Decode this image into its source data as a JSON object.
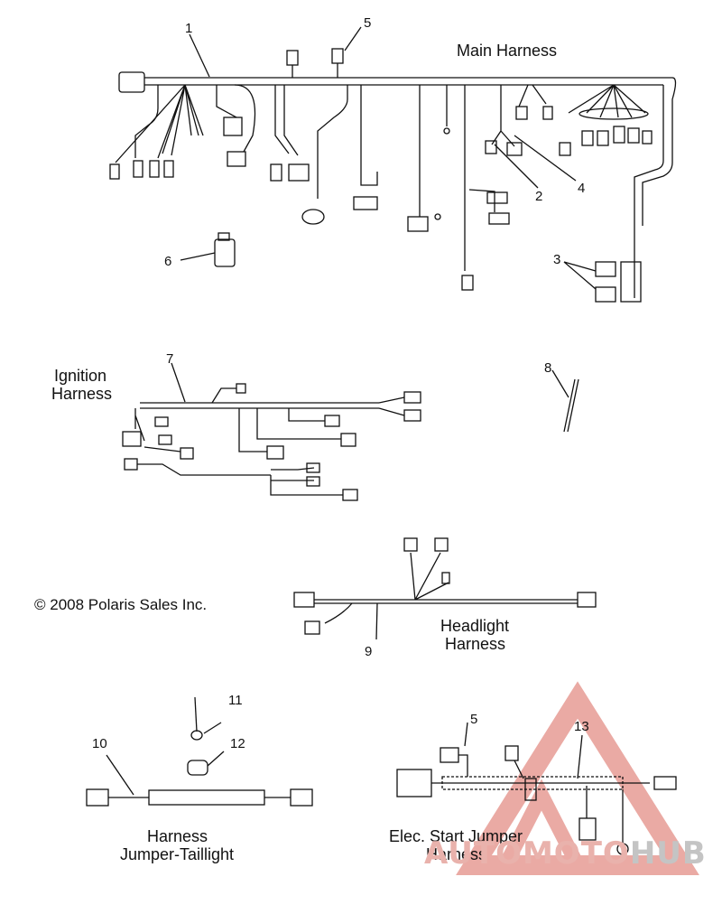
{
  "labels": {
    "main": "Main Harness",
    "ignition_1": "Ignition",
    "ignition_2": "Harness",
    "headlight_1": "Headlight",
    "headlight_2": "Harness",
    "taillight_1": "Harness",
    "taillight_2": "Jumper-Taillight",
    "elec_1": "Elec. Start Jumper",
    "elec_2": "Harness"
  },
  "copyright": "© 2008 Polaris Sales Inc.",
  "callouts": [
    "1",
    "2",
    "3",
    "4",
    "5",
    "6",
    "7",
    "8",
    "9",
    "10",
    "11",
    "12",
    "13",
    "5"
  ],
  "watermark": {
    "part1": "AUTOMOTO",
    "part2": "HUB"
  },
  "colors": {
    "ink": "#111111",
    "watermark_red": "#e38e86",
    "watermark_gray": "#c4c4c4"
  }
}
